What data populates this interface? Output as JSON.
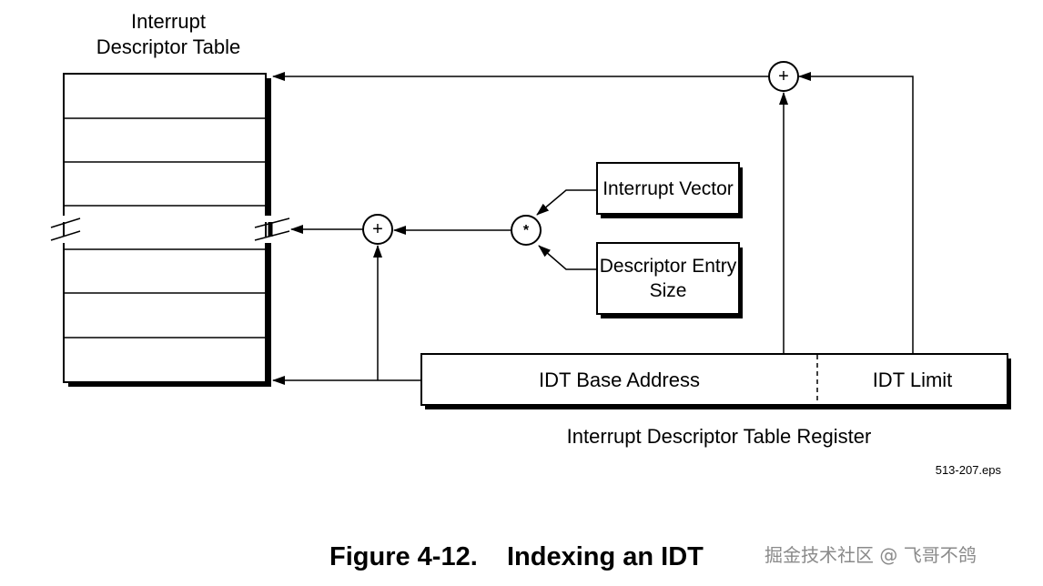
{
  "idt": {
    "title_line1": "Interrupt",
    "title_line2": "Descriptor Table"
  },
  "inputs": {
    "vector": "Interrupt Vector",
    "entry_size_line1": "Descriptor Entry",
    "entry_size_line2": "Size"
  },
  "operators": {
    "multiply": "*",
    "add_index": "+",
    "add_limit": "+"
  },
  "register": {
    "base": "IDT Base Address",
    "limit": "IDT Limit",
    "caption": "Interrupt Descriptor Table Register"
  },
  "file_tag": "513-207.eps",
  "figure_caption": "Figure 4-12.    Indexing an IDT",
  "watermark": "掘金技术社区 @ 飞哥不鸽"
}
